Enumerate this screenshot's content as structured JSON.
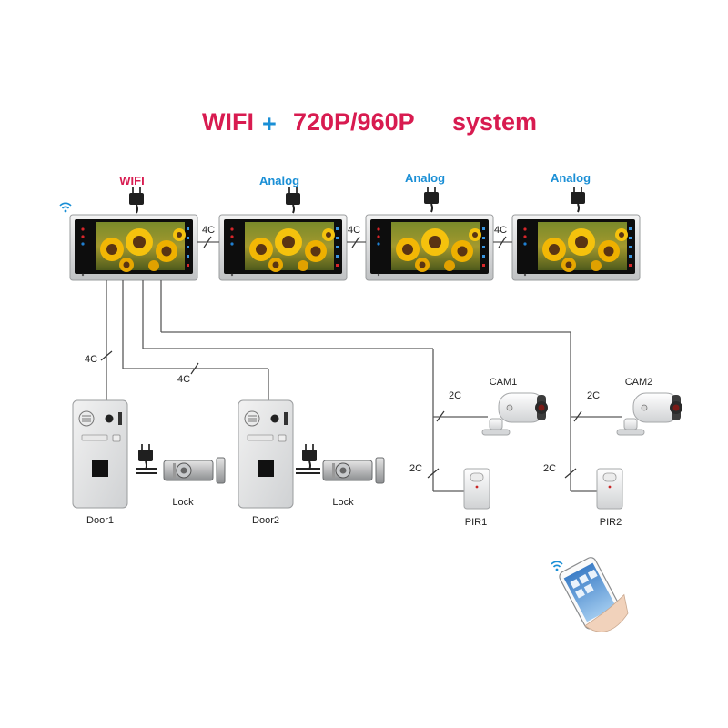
{
  "title": {
    "part1": "WIFI",
    "plus": "+",
    "part2": "720P/960P",
    "part3": "system"
  },
  "colors": {
    "title_red": "#d81b50",
    "accent_blue": "#1a8fd6",
    "wire": "#5a5a5a"
  },
  "monitors": [
    {
      "label": "WIFI",
      "type": "wifi"
    },
    {
      "label": "Analog",
      "type": "analog"
    },
    {
      "label": "Analog",
      "type": "analog"
    },
    {
      "label": "Analog",
      "type": "analog"
    }
  ],
  "cable_labels": {
    "mon1_mon2": "4C",
    "mon2_mon3": "4C",
    "mon3_mon4": "4C",
    "door1": "4C",
    "door2": "4C",
    "cam1": "2C",
    "pir1": "2C",
    "cam2": "2C",
    "pir2": "2C"
  },
  "devices": {
    "door1": "Door1",
    "lock1": "Lock",
    "door2": "Door2",
    "lock2": "Lock",
    "cam1": "CAM1",
    "cam2": "CAM2",
    "pir1": "PIR1",
    "pir2": "PIR2"
  },
  "icons": [
    "wifi-icon",
    "power-adapter-icon",
    "sunflower-screen",
    "door-station-icon",
    "electric-lock-icon",
    "bullet-camera-icon",
    "pir-sensor-icon",
    "smartphone-icon"
  ]
}
